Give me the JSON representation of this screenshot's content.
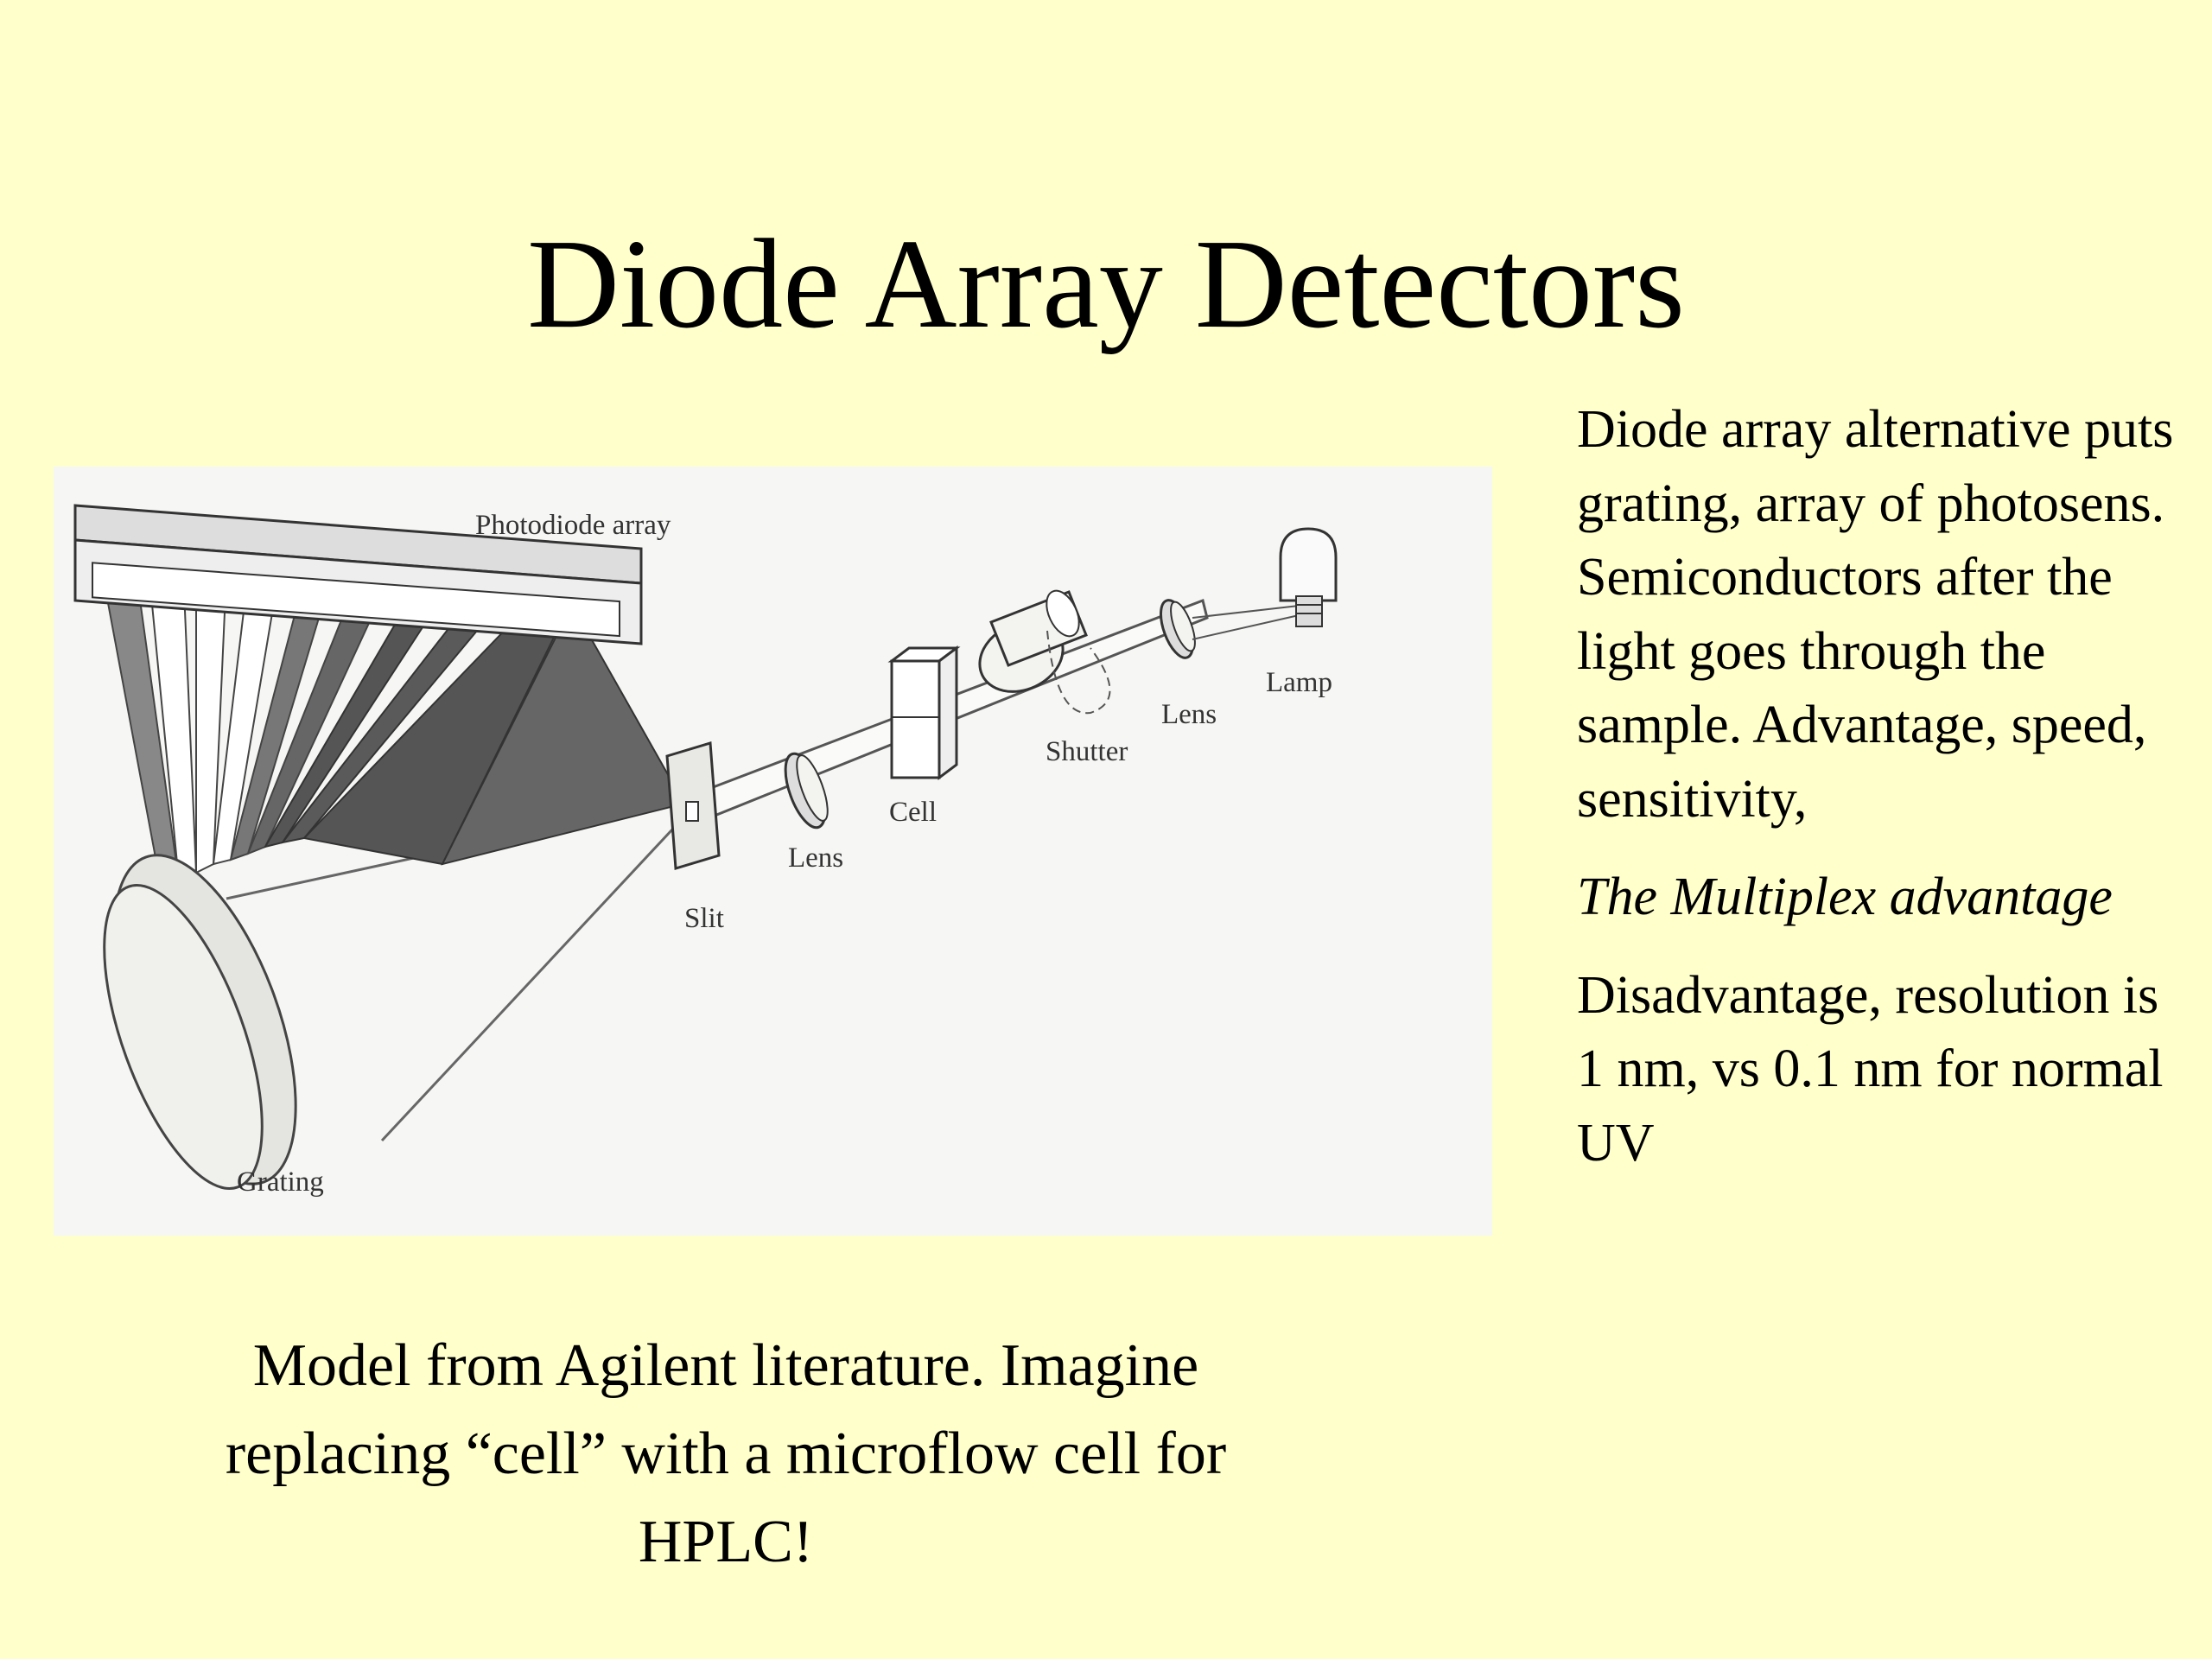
{
  "slide": {
    "title": "Diode Array Detectors",
    "figure": {
      "labels": {
        "photodiode_array": "Photodiode array",
        "lamp": "Lamp",
        "lens_right": "Lens",
        "shutter": "Shutter",
        "cell": "Cell",
        "lens_left": "Lens",
        "slit": "Slit",
        "grating": "Grating"
      }
    },
    "caption": {
      "line1": "Model from Agilent literature.  Imagine",
      "line2": "replacing “cell” with a microflow cell for",
      "line3": "HPLC!"
    },
    "side_text": {
      "para1": "Diode array alternative puts grating, array of photosens. Semiconductors after the light goes through the sample. Advantage, speed, sensitivity,",
      "para2": "The Multiplex advantage",
      "para3": "Disadvantage, resolution is 1 nm, vs 0.1 nm for normal UV"
    }
  }
}
